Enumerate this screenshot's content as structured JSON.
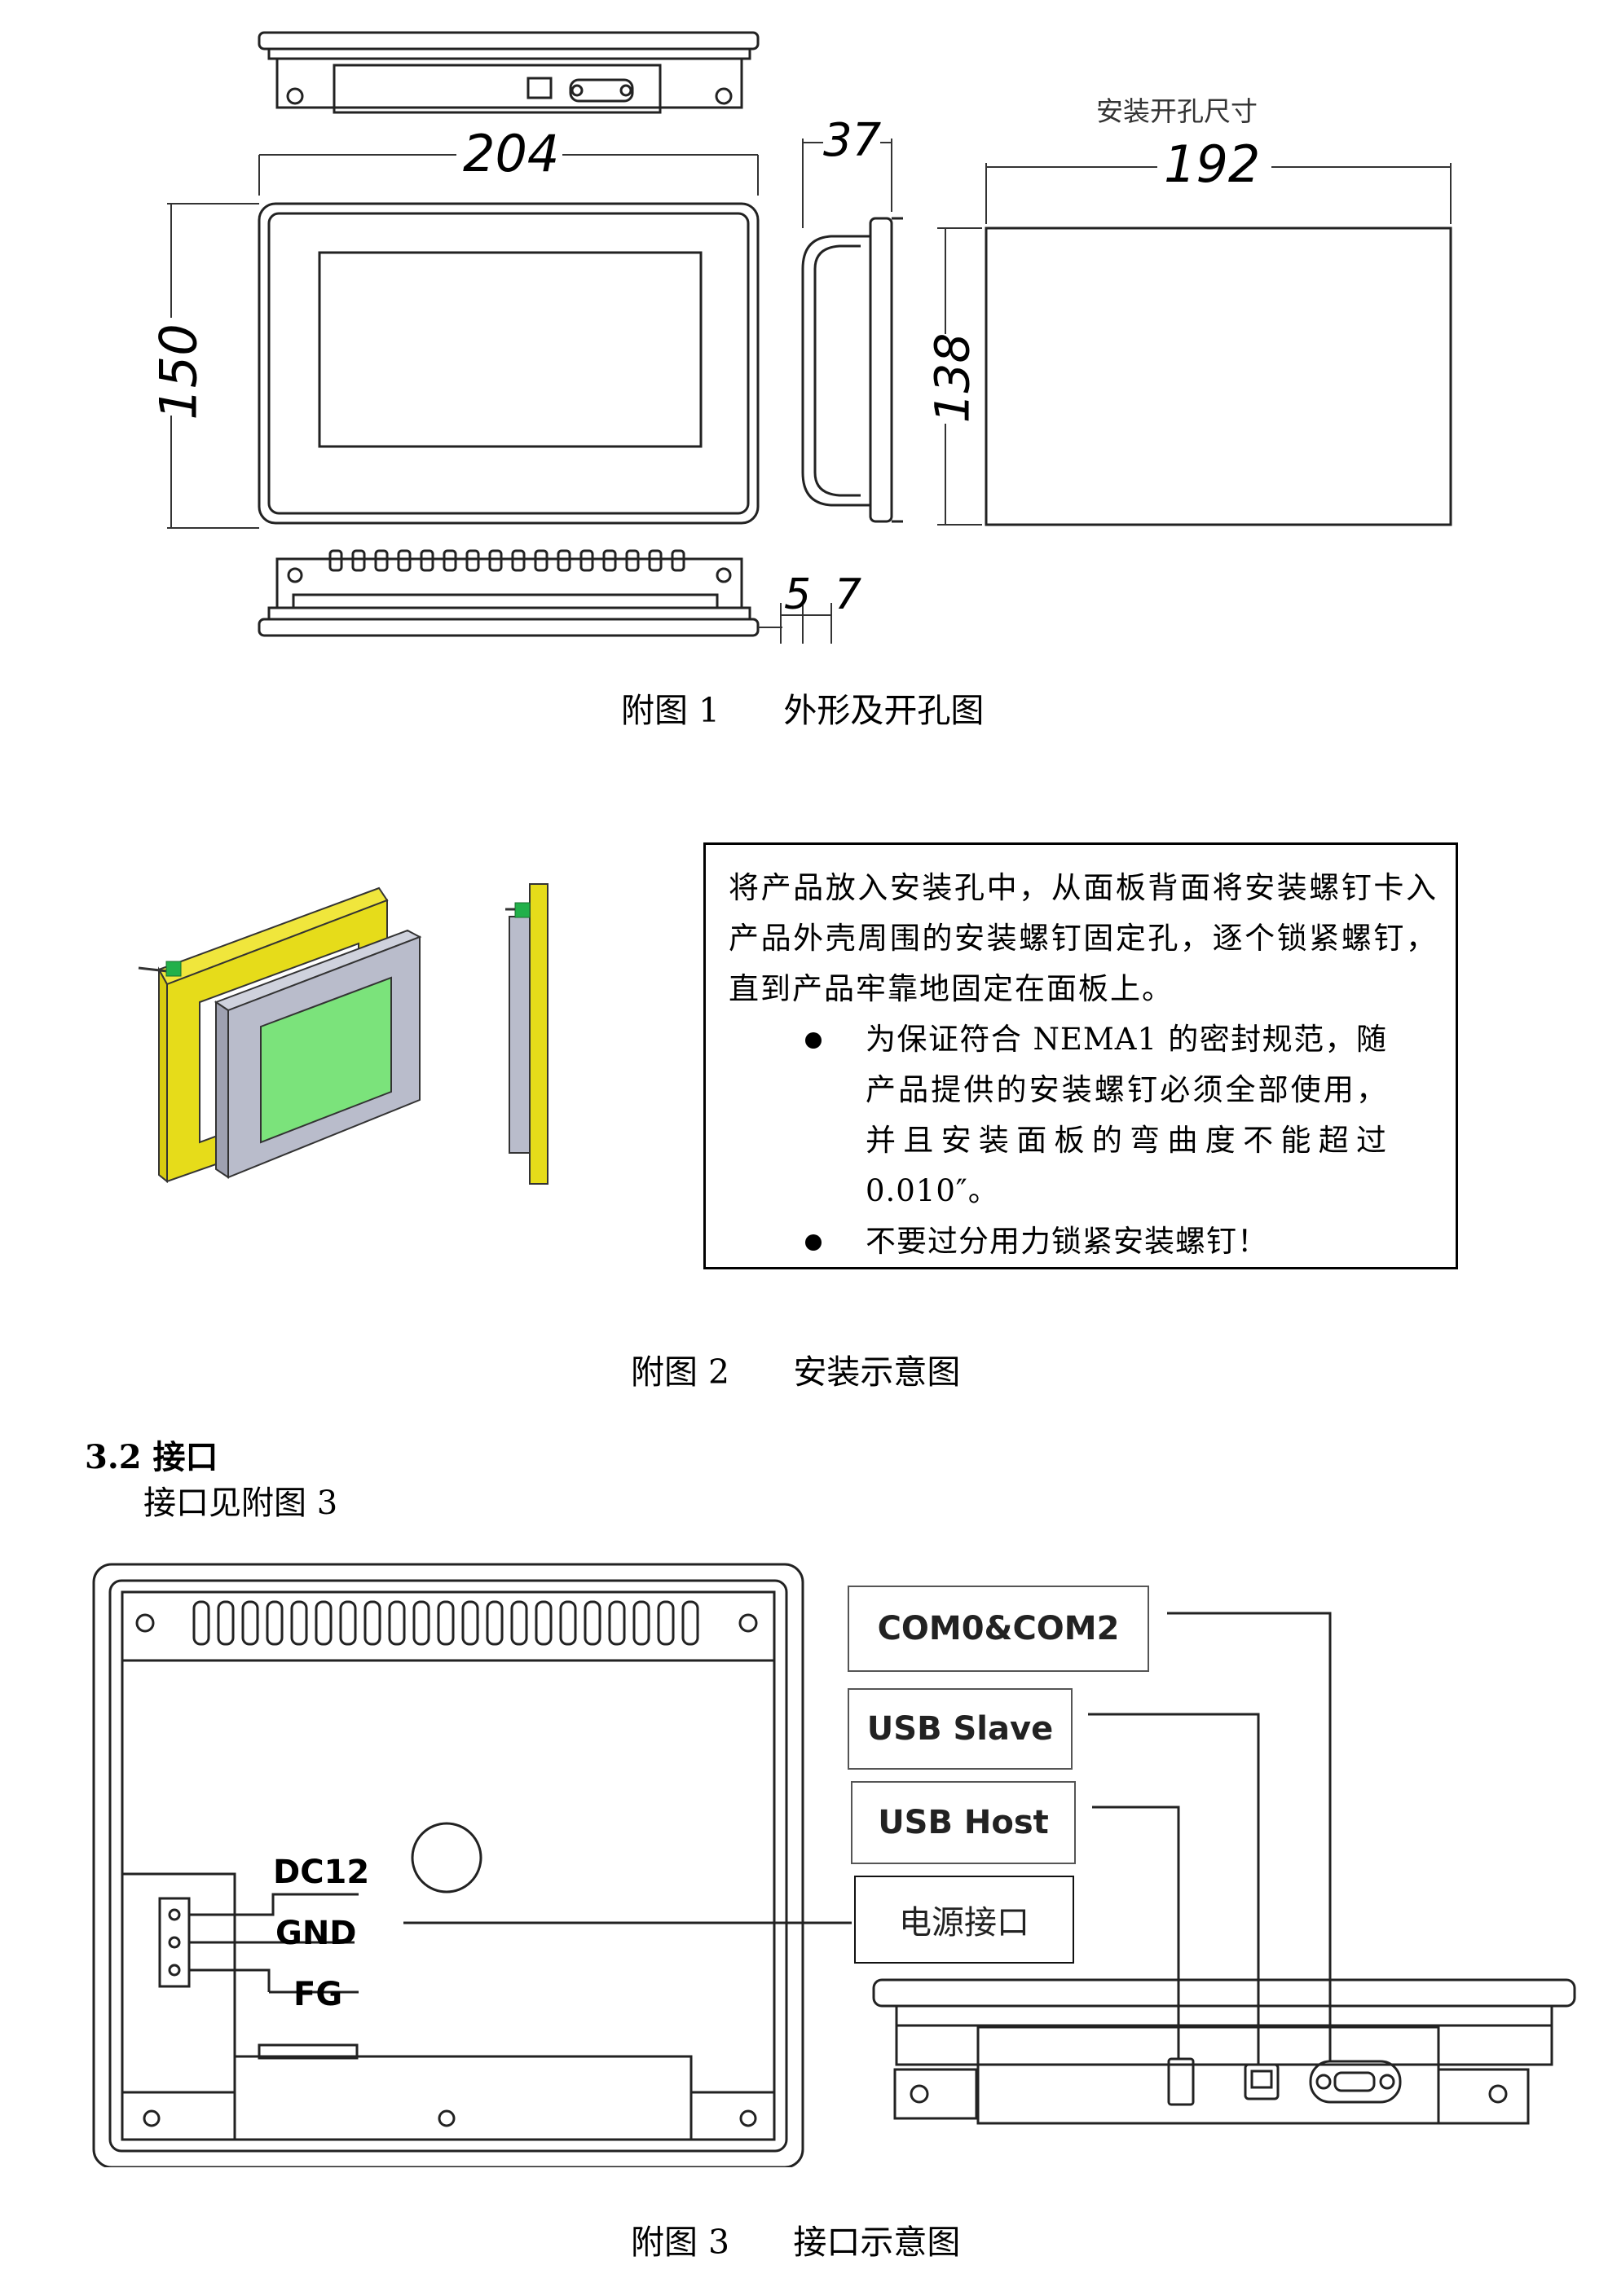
{
  "figure1": {
    "dims": {
      "width": "204",
      "depth": "37",
      "height": "150",
      "cutout_width": "192",
      "cutout_height": "138",
      "dim_5": "5",
      "dim_7": "7"
    },
    "cutout_label": "安装开孔尺寸",
    "caption": "附图 1      外形及开孔图"
  },
  "figure2": {
    "note": "将产品放入安装孔中，从面板背面将安装螺钉卡入产品外壳周围的安装螺钉固定孔，逐个锁紧螺钉，直到产品牢靠地固定在面板上。",
    "bullets": [
      "为保证符合 NEMA1 的密封规范，随产品提供的安装螺钉必须全部使用，并且安装面板的弯曲度不能超过 0.010″。",
      "不要过分用力锁紧安装螺钉！"
    ],
    "caption": "附图 2      安装示意图"
  },
  "section": {
    "heading": "3.2 接口",
    "text": "接口见附图 3"
  },
  "figure3": {
    "labels": {
      "com": "COM0&COM2",
      "usb_slave": "USB Slave",
      "usb_host": "USB Host",
      "power": "电源接口"
    },
    "pins": [
      "DC12",
      "GND",
      "FG"
    ],
    "caption": "附图 3      接口示意图"
  },
  "colors": {
    "bracket": "#e6dc1a",
    "screen": "#7be37b",
    "screw": "#22b04a",
    "device": "#b9bccb"
  }
}
